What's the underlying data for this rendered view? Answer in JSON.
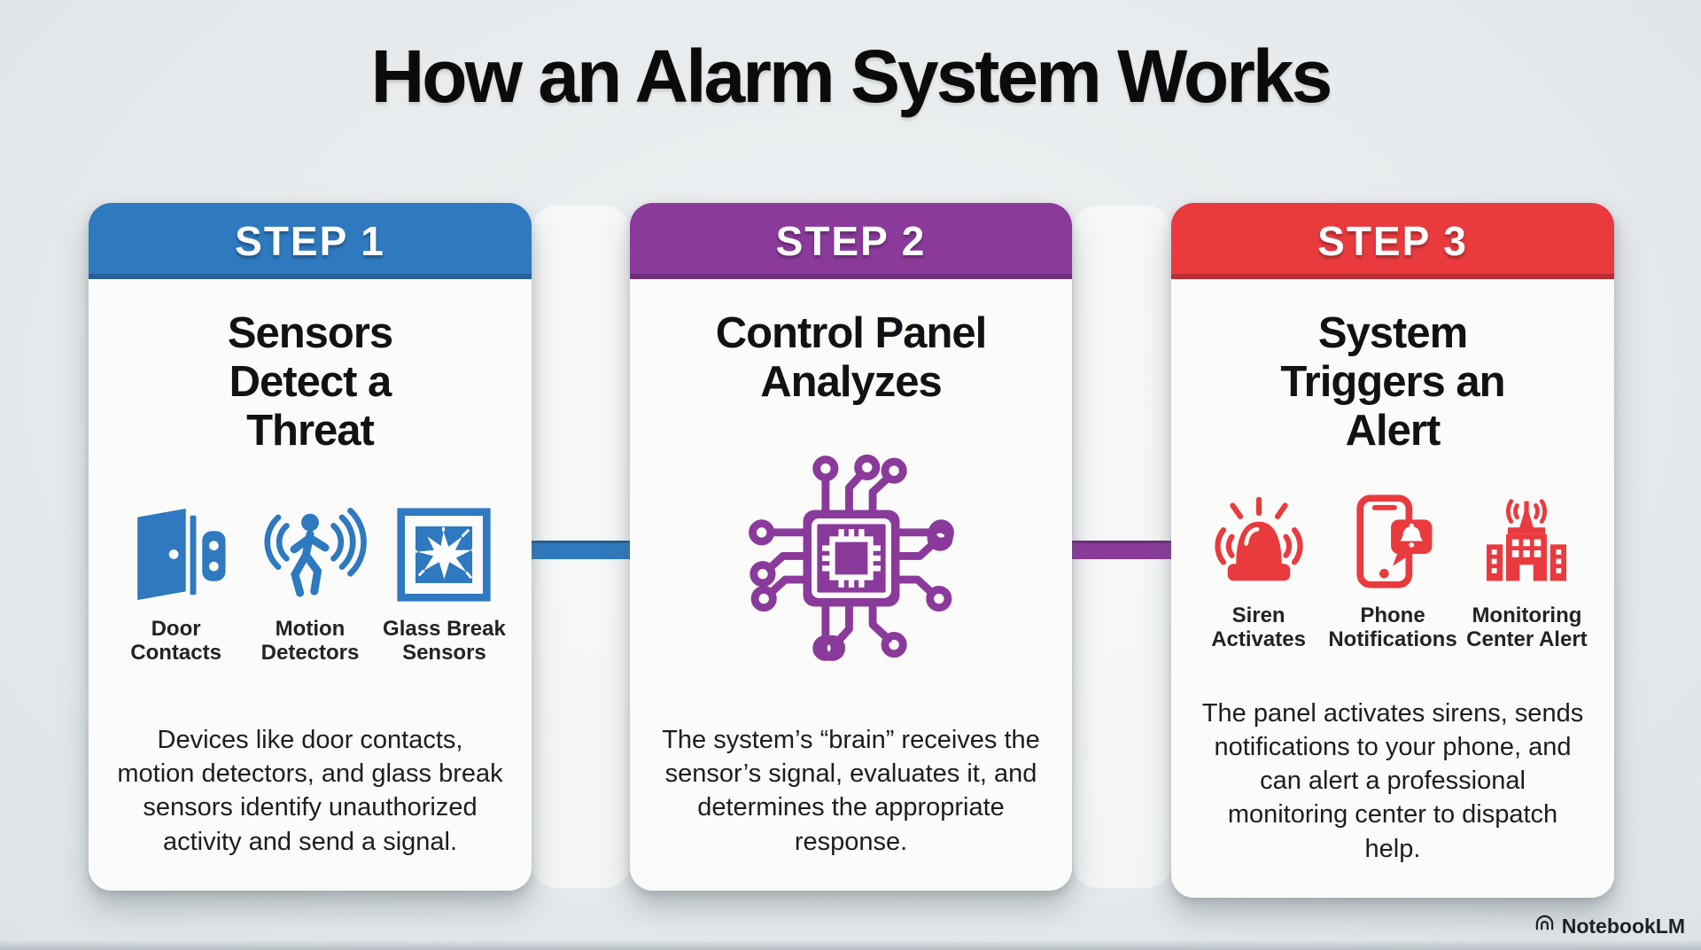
{
  "page": {
    "title": "How an Alarm System Works",
    "watermark": "NotebookLM"
  },
  "colors": {
    "step1": "#2e79bf",
    "step2": "#8a3a9b",
    "step3": "#e93a3e"
  },
  "steps": [
    {
      "badge": "STEP 1",
      "title": "Sensors Detect a Threat",
      "icons": [
        {
          "name": "door-contact-icon",
          "label": "Door Contacts"
        },
        {
          "name": "motion-detector-icon",
          "label": "Motion Detectors"
        },
        {
          "name": "glass-break-icon",
          "label": "Glass Break Sensors"
        }
      ],
      "description": "Devices like door contacts, motion detectors, and glass break sensors identify unauthorized activity and send a signal."
    },
    {
      "badge": "STEP 2",
      "title": "Control Panel Analyzes",
      "icons": [
        {
          "name": "circuit-chip-icon",
          "label": ""
        }
      ],
      "description": "The system’s “brain” receives the sensor’s signal, evaluates it, and determines the appropriate response."
    },
    {
      "badge": "STEP 3",
      "title": "System Triggers an Alert",
      "icons": [
        {
          "name": "siren-icon",
          "label": "Siren Activates"
        },
        {
          "name": "phone-notification-icon",
          "label": "Phone Notifications"
        },
        {
          "name": "monitoring-center-icon",
          "label": "Monitoring Center Alert"
        }
      ],
      "description": "The panel activates sirens, sends notifications to your phone, and can alert a professional monitoring center to dispatch help."
    }
  ]
}
